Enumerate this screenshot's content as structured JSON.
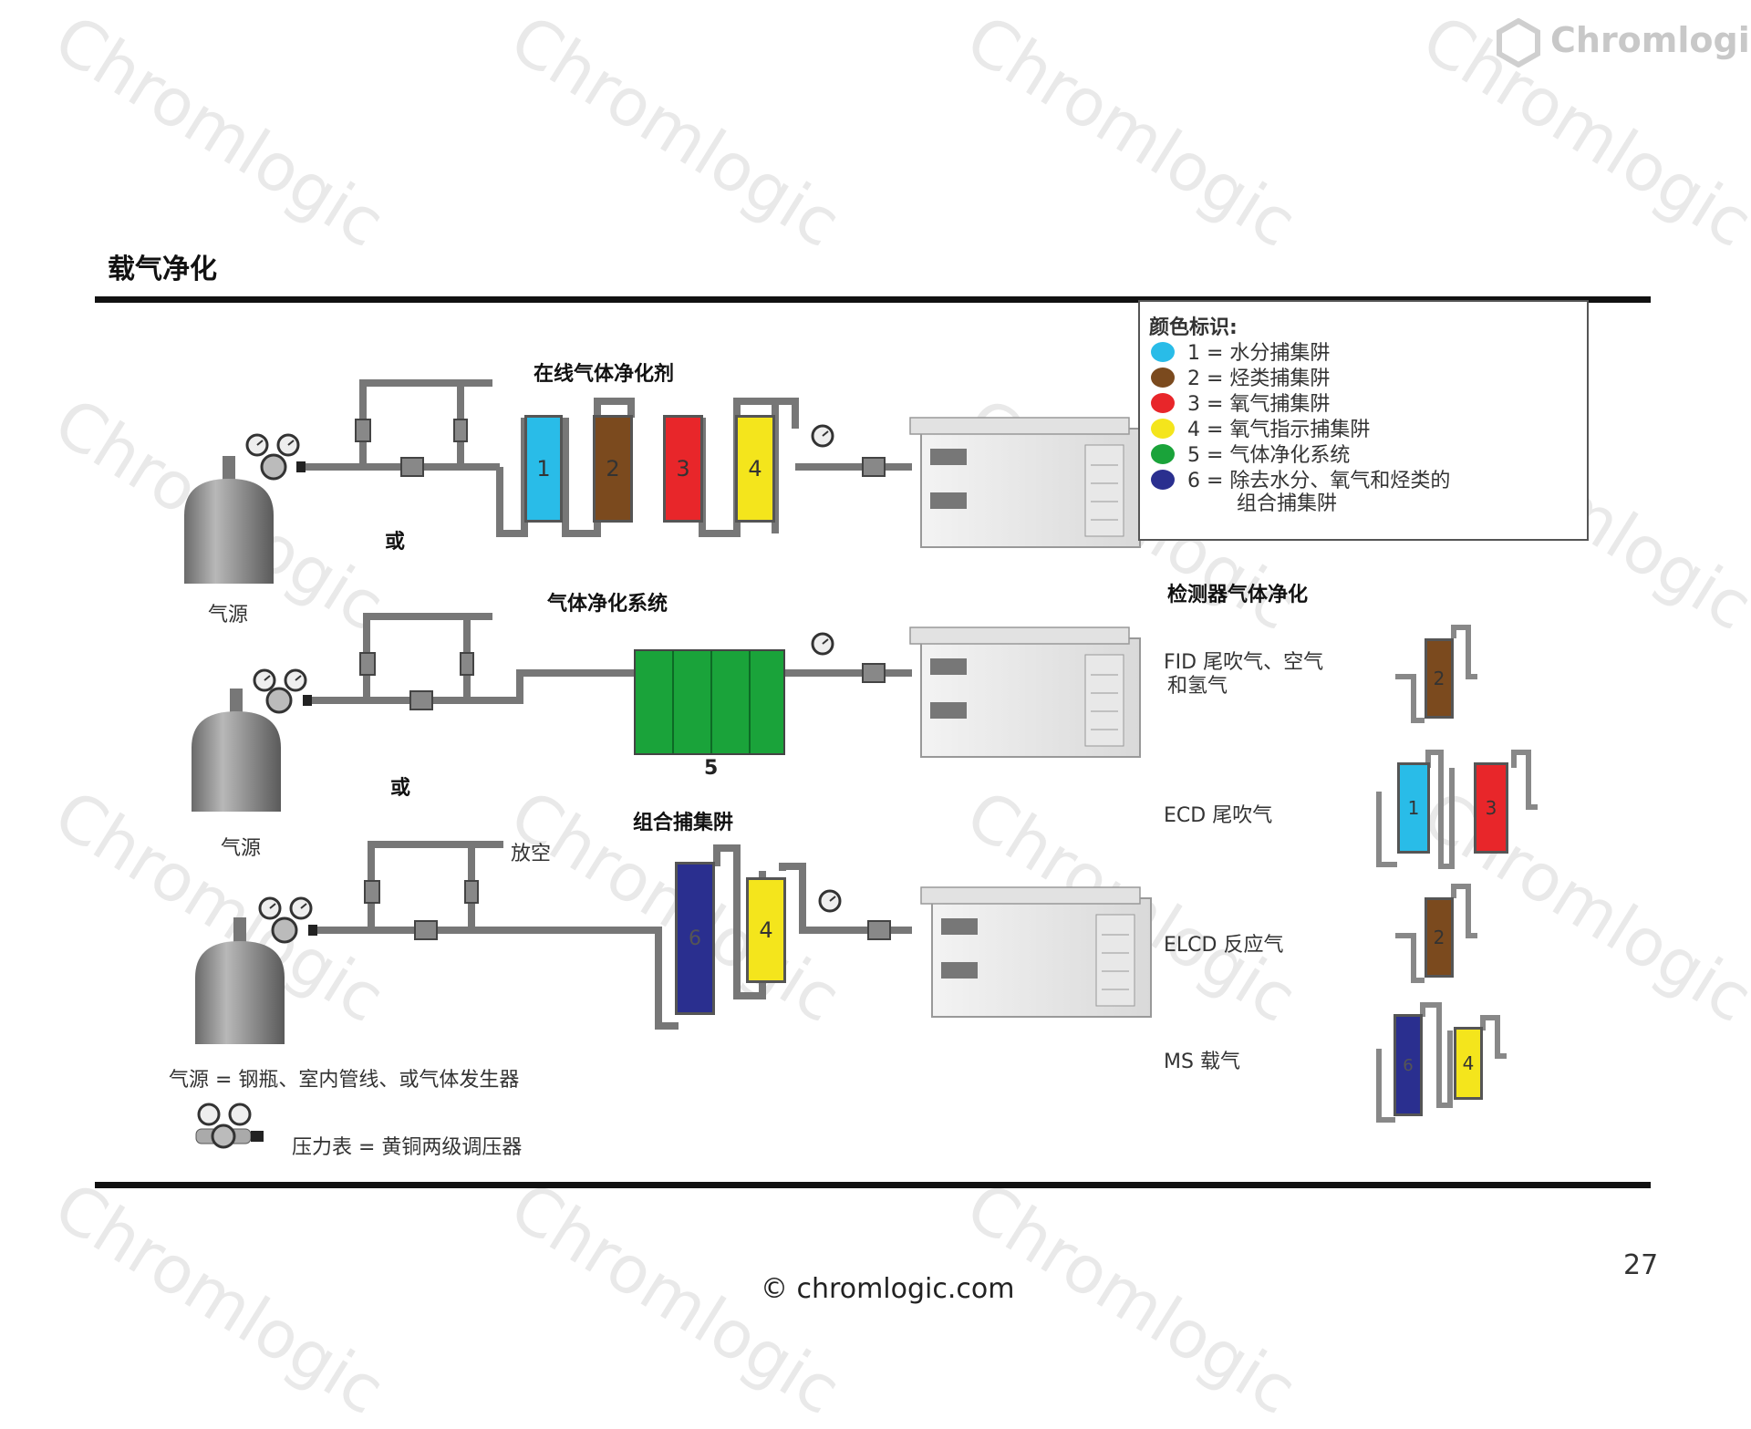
{
  "watermark": "Chromlogic",
  "logo": {
    "text": "Chromlogic"
  },
  "title": "载气净化",
  "legend": {
    "title": "颜色标识:",
    "items": [
      {
        "color": "#29bce8",
        "text": "1 = 水分捕集阱"
      },
      {
        "color": "#7b4a1e",
        "text": "2 = 烃类捕集阱"
      },
      {
        "color": "#e8262a",
        "text": "3 = 氧气捕集阱"
      },
      {
        "color": "#f4e51c",
        "text": "4 = 氧气指示捕集阱"
      },
      {
        "color": "#1aa33a",
        "text": "5 = 气体净化系统"
      },
      {
        "color": "#2a2f8f",
        "text": "6 = 除去水分、氧气和烃类的"
      }
    ],
    "continuation": "组合捕集阱"
  },
  "rows": [
    {
      "heading": "在线气体净化剂",
      "traps": [
        "1",
        "2",
        "3",
        "4"
      ],
      "source_label": "气源"
    },
    {
      "heading": "气体净化系统",
      "traps": [
        "5"
      ],
      "source_label": "气源"
    },
    {
      "heading": "组合捕集阱",
      "traps": [
        "6",
        "4"
      ],
      "vent_label": "放空"
    }
  ],
  "or_label_1": "或",
  "or_label_2": "或",
  "source_note": "气源 = 钢瓶、室内管线、或气体发生器",
  "regulator_note": "压力表 = 黄铜两级调压器",
  "detector": {
    "heading": "检测器气体净化",
    "items": [
      {
        "label_line1": "FID 尾吹气、空气",
        "label_line2": "和氢气",
        "traps": [
          "2"
        ]
      },
      {
        "label_line1": "ECD 尾吹气",
        "label_line2": "",
        "traps": [
          "1",
          "3"
        ]
      },
      {
        "label_line1": "ELCD 反应气",
        "label_line2": "",
        "traps": [
          "2"
        ]
      },
      {
        "label_line1": "MS 载气",
        "label_line2": "",
        "traps": [
          "6",
          "4"
        ]
      }
    ]
  },
  "footer": {
    "copyright": "© chromlogic.com",
    "page_number": "27"
  }
}
